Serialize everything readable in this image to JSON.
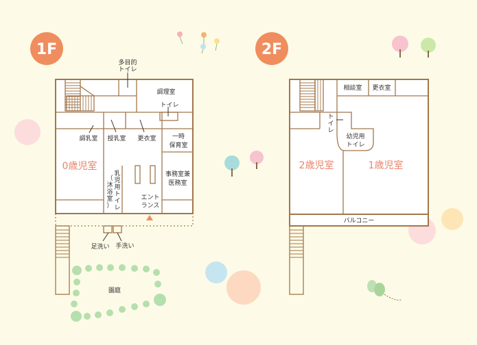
{
  "floor1": {
    "badge": "1F",
    "rooms": {
      "toilet_multi_1": "多目的",
      "toilet_multi_2": "トイレ",
      "kitchen": "調理室",
      "toilet": "トイレ",
      "formula_room": "調乳室",
      "nursing_room": "授乳室",
      "changing_room": "更衣室",
      "temp_care_1": "一時",
      "temp_care_2": "保育室",
      "age0": "0歳児室",
      "infant_toilet_1": "乳",
      "infant_toilet_2": "児",
      "infant_toilet_3": "用",
      "infant_toilet_4": "ト",
      "infant_toilet_5": "イ",
      "infant_toilet_6": "レ",
      "bath_1": "（",
      "bath_2": "沐",
      "bath_3": "浴",
      "bath_4": "室",
      "bath_5": "）",
      "office_1": "事務室兼",
      "office_2": "医務室",
      "entrance_1": "エント",
      "entrance_2": "ランス",
      "foot_wash": "足洗い",
      "hand_wash": "手洗い",
      "garden": "園庭"
    }
  },
  "floor2": {
    "badge": "2F",
    "rooms": {
      "consult": "相談室",
      "changing": "更衣室",
      "toilet_1": "ト",
      "toilet_2": "イ",
      "toilet_3": "レ",
      "toddler_toilet_1": "幼児用",
      "toddler_toilet_2": "トイレ",
      "age2": "2歳児室",
      "age1": "1歳児室",
      "balcony": "バルコニー"
    }
  },
  "colors": {
    "background": "#fdfbe7",
    "wall": "#a2764a",
    "badge": "#f08d5e",
    "room_label": "#e9846b",
    "garden_dots": "#b6dfae"
  }
}
